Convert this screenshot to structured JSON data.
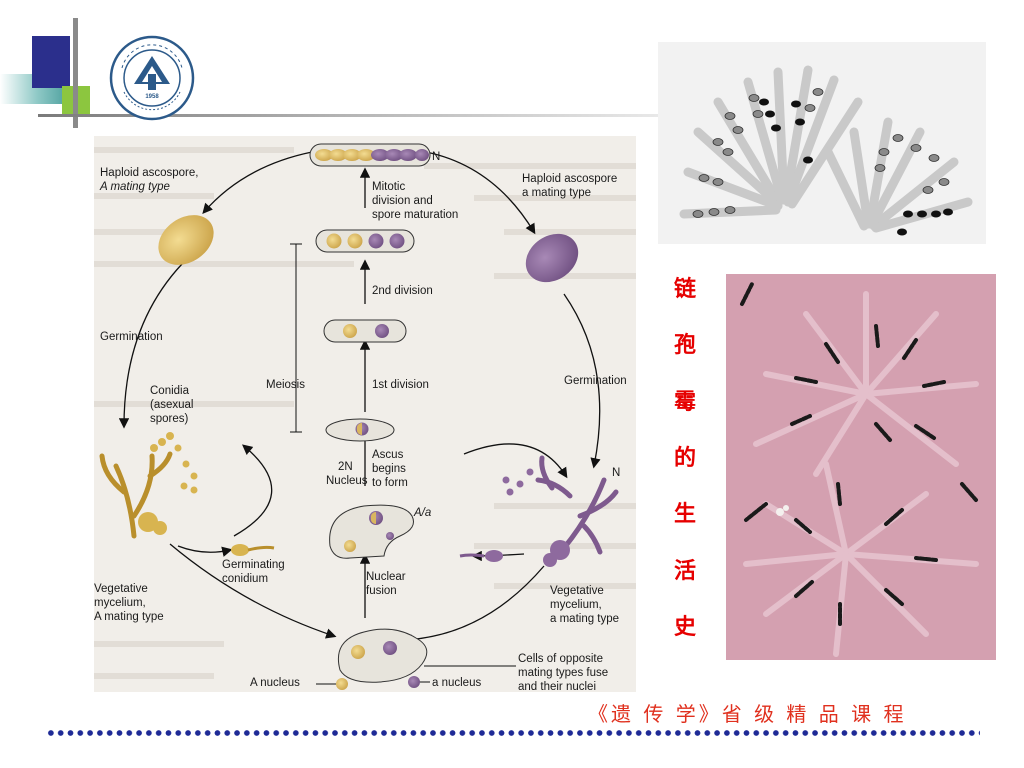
{
  "diagram": {
    "labels": {
      "haploid_A_line1": "Haploid ascospore,",
      "haploid_A_line2": "A mating type",
      "haploid_a_line1": "Haploid ascospore",
      "haploid_a_line2": "a mating type",
      "N_top": "N",
      "mitotic_1": "Mitotic",
      "mitotic_2": "division and",
      "mitotic_3": "spore maturation",
      "second_division": "2nd division",
      "first_division": "1st division",
      "meiosis": "Meiosis",
      "germination_left": "Germination",
      "germination_right": "Germination",
      "conidia_1": "Conidia",
      "conidia_2": "(asexual",
      "conidia_3": "spores)",
      "twoN_1": "2N",
      "twoN_2": "Nucleus",
      "ascus_1": "Ascus",
      "ascus_2": "begins",
      "ascus_3": "to form",
      "Aa": "A/a",
      "N_right": "N",
      "germ_conidium_1": "Germinating",
      "germ_conidium_2": "conidium",
      "nuclear_1": "Nuclear",
      "nuclear_2": "fusion",
      "veg_left_1": "Vegetative",
      "veg_left_2": "mycelium,",
      "veg_left_3": "A mating type",
      "veg_right_1": "Vegetative",
      "veg_right_2": "mycelium,",
      "veg_right_3": "a mating type",
      "cells_1": "Cells of opposite",
      "cells_2": "mating types fuse",
      "cells_3": "and their nuclei",
      "A_nucleus": "A nucleus",
      "a_nucleus": "a nucleus"
    }
  },
  "side_title": [
    "链",
    "孢",
    "霉",
    "的",
    "生",
    "活",
    "史"
  ],
  "course_title": "《遗 传 学》省 级 精 品 课 程",
  "logo_year": "1958",
  "colors": {
    "side_title": "#e60000",
    "course_title": "#e0301e",
    "dots": "#1e2a96",
    "spore_A": "#e2c06a",
    "spore_a": "#8a6a9a"
  }
}
